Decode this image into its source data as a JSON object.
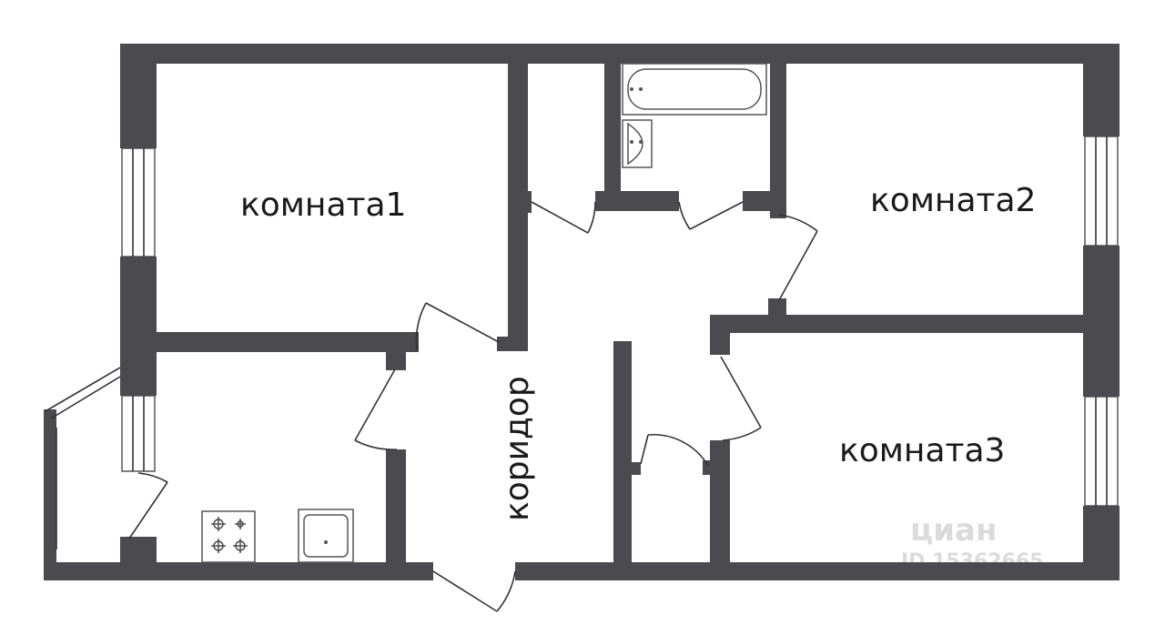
{
  "rooms": {
    "room1": "комната1",
    "room2": "комната2",
    "room3": "комната3",
    "corridor": "коридор"
  },
  "watermark": {
    "brand": "циан",
    "id": "ID 15362665"
  },
  "colors": {
    "wall": "#4a4a4f",
    "background": "#ffffff"
  }
}
